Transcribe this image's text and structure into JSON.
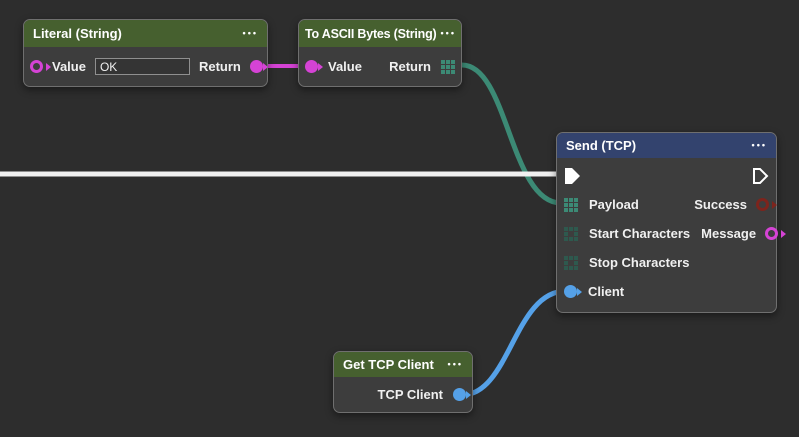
{
  "ui": {
    "menu_icon": "•••"
  },
  "colors": {
    "canvas_bg": "#2d2d2d",
    "node_body": "#3d3d3d",
    "node_border": "#6f6f6f",
    "green_header": "#46602f",
    "blue_header": "#33436e",
    "magenta": "#d543d5",
    "teal": "#3c8a75",
    "teal_dim": "#2e594e",
    "blue": "#55a1e8",
    "dark_red": "#7d241c",
    "wire_white": "#f0f0f0",
    "text": "#f0f0f0"
  },
  "nodes": {
    "literal": {
      "title": "Literal (String)",
      "value_label": "Value",
      "value_text": "OK",
      "return_label": "Return"
    },
    "to_ascii": {
      "title": "To ASCII Bytes (String)",
      "value_label": "Value",
      "return_label": "Return"
    },
    "send": {
      "title": "Send (TCP)",
      "payload_label": "Payload",
      "start_label": "Start Characters",
      "stop_label": "Stop Characters",
      "client_label": "Client",
      "success_label": "Success",
      "message_label": "Message"
    },
    "get_tcp": {
      "title": "Get TCP Client",
      "output_label": "TCP Client"
    }
  },
  "wires": [
    {
      "name": "ascii-return-to-send-payload",
      "color": "teal"
    },
    {
      "name": "flow-in-to-send-exec",
      "color": "white"
    },
    {
      "name": "literal-return-to-ascii-value",
      "color": "magenta"
    },
    {
      "name": "get-tcp-client-to-send-client",
      "color": "blue"
    }
  ]
}
